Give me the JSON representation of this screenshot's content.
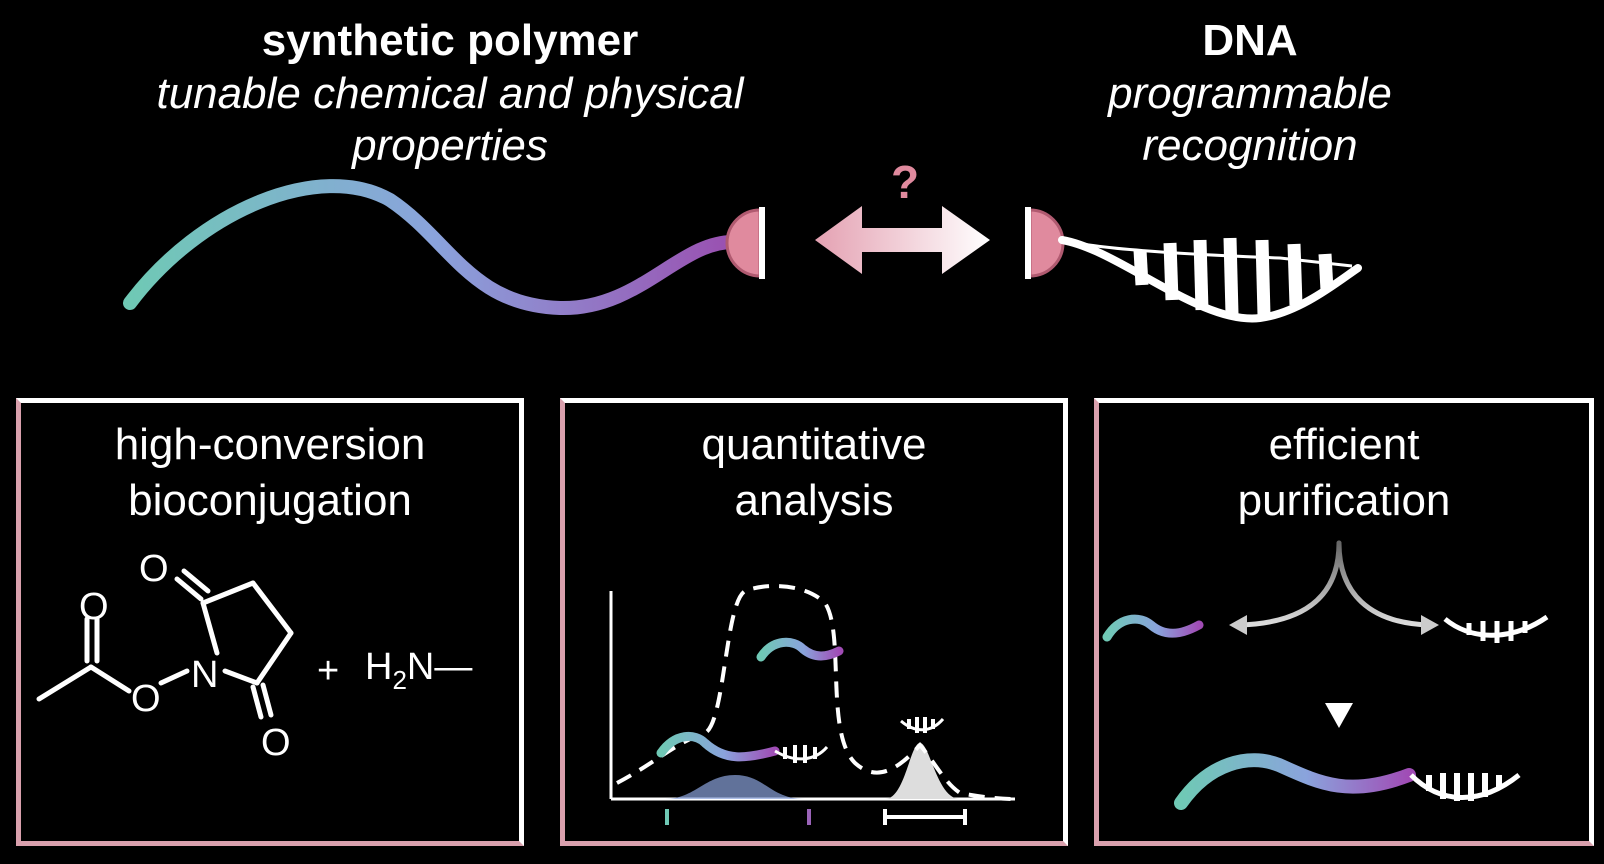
{
  "synthetic_polymer": {
    "title": "synthetic polymer",
    "subtitle_line1": "tunable chemical and physical",
    "subtitle_line2": "properties"
  },
  "dna": {
    "title": "DNA",
    "subtitle_line1": "programmable",
    "subtitle_line2": "recognition"
  },
  "question_mark": "?",
  "panels": {
    "bioconjugation": {
      "title": "high-conversion\nbioconjugation"
    },
    "analysis": {
      "title": "quantitative\nanalysis"
    },
    "purification": {
      "title": "efficient\npurification"
    }
  },
  "chemistry": {
    "o_ketone": "O",
    "o_ester": "O",
    "n_ring": "N",
    "o_top": "O",
    "o_bottom": "O",
    "plus": "+",
    "amine": "H",
    "amine_sub": "2",
    "amine_n": "N—"
  },
  "colors": {
    "teal": "#6fc9b5",
    "blue": "#8aa3dc",
    "purple": "#9a63b8",
    "pink": "#e08a9e",
    "light_pink": "#f1c0cb",
    "panel_border_pink": "#d9a0ad"
  }
}
